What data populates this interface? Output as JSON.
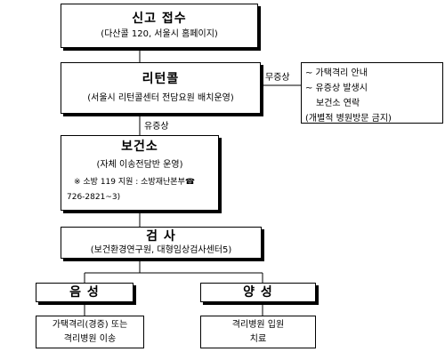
{
  "report": {
    "title": "신고 접수",
    "sub": "(다산콜 120, 서울시 홈페이지)"
  },
  "call_center": {
    "title": "리턴콜",
    "sub": "(서울시 리턴콜센터 전담요원 배치운영)"
  },
  "no_symptom": {
    "label": "무증상",
    "items": [
      "~ 가택격리 안내",
      "~ 유증상 발생시",
      "보건소 연락",
      "(개별적 병원방문 금지)"
    ]
  },
  "symptom": {
    "label": "유증상"
  },
  "health_center": {
    "title": "보건소",
    "sub": "(자체 이송전담반 운영)",
    "note_line1": "※ 소방 119 지원 : 소방재난본부☎",
    "note_line2": "726-2821~3)"
  },
  "test": {
    "title": "검 사",
    "sub": "(보건환경연구원, 대형임상검사센터5)"
  },
  "negative": {
    "title": "음 성",
    "line1": "가택격리(경증) 또는",
    "line2": "격리병원 이송"
  },
  "positive": {
    "title": "양 성",
    "line1": "격리병원 입원",
    "line2": "치료"
  }
}
